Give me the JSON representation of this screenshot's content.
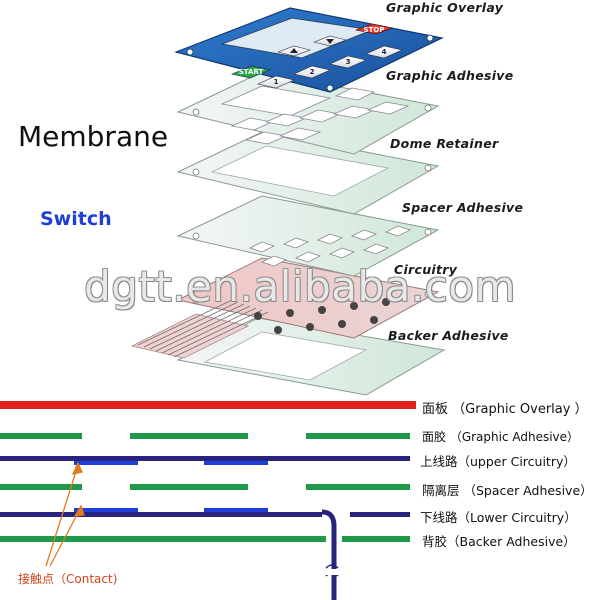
{
  "diagram": {
    "title_line1": "Membrane",
    "title_line2": "Switch",
    "watermark": "dgtt.en.alibaba.com",
    "layers": [
      {
        "id": "graphic-overlay",
        "label": "Graphic Overlay"
      },
      {
        "id": "graphic-adhesive",
        "label": "Graphic Adhesive"
      },
      {
        "id": "dome-retainer",
        "label": "Dome Retainer"
      },
      {
        "id": "spacer-adhesive",
        "label": "Spacer Adhesive"
      },
      {
        "id": "circuitry",
        "label": "Circuitry"
      },
      {
        "id": "backer-adhesive",
        "label": "Backer Adhesive"
      }
    ],
    "keys": [
      "START",
      "1",
      "2",
      "3",
      "4",
      "STOP"
    ],
    "cross_section": [
      {
        "id": "graphic-overlay",
        "text": "面板 （Graphic Overlay ）",
        "color": "#e0201c"
      },
      {
        "id": "graphic-adhesive",
        "text": "面胶 （Graphic Adhesive）",
        "color": "#1f9a4a"
      },
      {
        "id": "upper-circuitry",
        "text": "上线路（upper Circuitry）",
        "color": "#27237f"
      },
      {
        "id": "spacer-adhesive",
        "text": "隔离层 （Spacer Adhesive）",
        "color": "#1f9a4a"
      },
      {
        "id": "lower-circuitry",
        "text": "下线路（Lower Circuitry）",
        "color": "#27237f"
      },
      {
        "id": "backer-adhesive",
        "text": "背胶（Backer Adhesive）",
        "color": "#1f9a4a"
      }
    ],
    "contact_label": "接触点（Contact)",
    "colors": {
      "overlay_blue": "#1d63b6",
      "switch_blue": "#1f3fd6",
      "contact_orange": "#e07a1e"
    }
  }
}
